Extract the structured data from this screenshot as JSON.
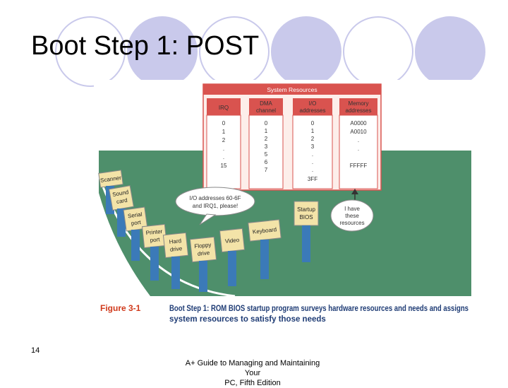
{
  "slide": {
    "title": "Boot Step 1:  POST",
    "slide_number": "14",
    "footer_line1": "A+ Guide to Managing and Maintaining Your",
    "footer_line2": "PC, Fifth Edition"
  },
  "colors": {
    "circle_fill": "#c9c9eb",
    "panel_red": "#d9534f",
    "panel_fill": "#fdeeea",
    "ground_green": "#4e8f6b",
    "figure_red": "#d0391b",
    "caption_blue": "#1f3c75"
  },
  "figure": {
    "resources_title": "System Resources",
    "columns": [
      {
        "head1": "IRQ",
        "head2": "",
        "values": [
          "0",
          "1",
          "2",
          ".",
          ".",
          "15"
        ]
      },
      {
        "head1": "DMA",
        "head2": "channel",
        "values": [
          "0",
          "1",
          "2",
          "3",
          "5",
          "6",
          "7"
        ]
      },
      {
        "head1": "I/O",
        "head2": "addresses",
        "values": [
          "0",
          "1",
          "2",
          "3",
          ".",
          ".",
          ".",
          "3FF"
        ]
      },
      {
        "head1": "Memory",
        "head2": "addresses",
        "values": [
          "A0000",
          "A0010",
          ".",
          ".",
          "FFFFF"
        ]
      }
    ],
    "devices": [
      {
        "line1": "Scanner",
        "line2": ""
      },
      {
        "line1": "Sound",
        "line2": "card"
      },
      {
        "line1": "Serial",
        "line2": "port"
      },
      {
        "line1": "Printer",
        "line2": "port"
      },
      {
        "line1": "Hard",
        "line2": "drive"
      },
      {
        "line1": "Floppy",
        "line2": "drive"
      },
      {
        "line1": "Video",
        "line2": ""
      },
      {
        "line1": "Keyboard",
        "line2": ""
      }
    ],
    "bios": {
      "line1": "Startup",
      "line2": "BIOS"
    },
    "bubble_left": {
      "line1": "I/O addresses 60-6F",
      "line2": "and IRQ1, please!"
    },
    "bubble_right": {
      "line1": "I have",
      "line2": "these",
      "line3": "resources"
    },
    "caption_label": "Figure 3-1",
    "caption_line1": "Boot Step 1: ROM BIOS startup program surveys hardware resources and needs and assigns",
    "caption_line2": "system resources to satisfy those needs"
  }
}
